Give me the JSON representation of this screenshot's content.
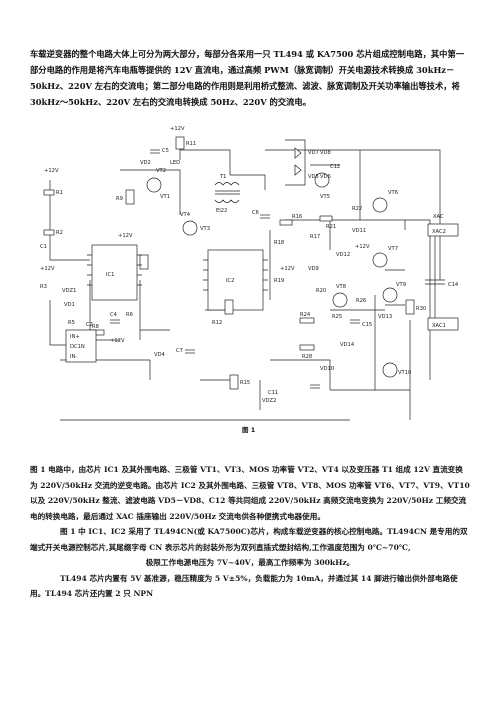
{
  "intro_paragraph": "车载逆变器的整个电路大体上可分为两大部分，每部分各采用一只 TL494 或 KA7500 芯片组成控制电路，其中第一部分电路的作用是将汽车电瓶等提供的 12V 直流电，通过高频 PWM（脉宽调制）开关电源技术转换成 30kHz－50kHz、220V 左右的交流电；第二部分电路的作用则是利用桥式整流、滤波、脉宽调制及开关功率输出等技术，将 30kHz～50kHz、220V 左右的交流电转换成 50Hz、220V 的交流电。",
  "figure": {
    "caption": "图 1",
    "labels": {
      "vcc12_a": "+12V",
      "vcc12_b": "+12V",
      "vcc12_c": "+12V",
      "vcc12_d": "+12V",
      "vcc12_e": "+12V",
      "vcc12_f": "+12V",
      "vcc12_g": "+12V",
      "ic1": "IC1",
      "ic2": "IC2",
      "t1": "T1",
      "t1_part": "EI22",
      "xac": "XAC",
      "xac2": "XAC2",
      "xac1": "XAC1",
      "in_plus": "IN+",
      "dc1n": "DC1N",
      "in_minus": "IN-",
      "r1": "R1",
      "r2": "R2",
      "r3": "R3",
      "r5": "R5",
      "r6": "R6",
      "r8": "R8",
      "r9": "R9",
      "r11": "R11",
      "r12": "R12",
      "r15": "R15",
      "r16": "R16",
      "r17": "R17",
      "r18": "R18",
      "r19": "R19",
      "r20": "R20",
      "r21": "R21",
      "r22": "R22",
      "r24": "R24",
      "r25": "R25",
      "r26": "R26",
      "r28": "R28",
      "r30": "R30",
      "c1": "C1",
      "c2": "C2",
      "c4": "C4",
      "c5": "C5",
      "c6": "C6",
      "c7": "C7",
      "c11": "C11",
      "c12": "C12",
      "c14": "C14",
      "c15": "C15",
      "vt1": "VT1",
      "vt2": "VT2",
      "vt3": "VT3",
      "vt4": "VT4",
      "vt5": "VT5",
      "vt6": "VT6",
      "vt7": "VT7",
      "vt8": "VT8",
      "vt9": "VT9",
      "vt10": "VT10",
      "vd1": "VD1",
      "vd2": "VD2",
      "vd4": "VD4",
      "vd5": "VD5",
      "vd6": "VD6",
      "vd7": "VD7",
      "vd8": "VD8",
      "vd9": "VD9",
      "vd10": "VD10",
      "vd11": "VD11",
      "vd12": "VD12",
      "vd13": "VD13",
      "vd14": "VD14",
      "vdz1": "VDZ1",
      "vdz2": "VDZ2",
      "led": "LED"
    }
  },
  "body": [
    "图 1 电路中，由芯片 IC1 及其外围电路、三极管 VT1、VT3、MOS 功率管 VT2、VT4 以及变压器 T1 组成 12V 直流变换为 220V/50kHz 交流的逆变电路。由芯片 IC2 及其外围电路、三极管 VT8、VT8、MOS 功率管 VT6、VT7、VT9、VT10 以及 220V/50kHz 整流、滤波电路 VD5－VD8、C12 等共同组成 220V/50kHz 高频交流电变换为 220V/50Hz 工频交流电的转换电路，最后通过 XAC 插座输出 220V/50Hz 交流电供各种便携式电器使用。",
    "图 1 中 IC1、IC2 采用了 TL494CN(或 KA7500C)芯片，构成车载逆变器的核心控制电路。TL494CN 是专用的双端式开关电源控制芯片,其尾缀字母 CN 表示芯片的封装外形为双列直插式塑封结构,工作温度范围为 0℃~70℃,",
    "极限工作电源电压为 7V~40V，最高工作频率为 300kHz。",
    "TL494 芯片内置有 5V 基准源，稳压精度为 5 V±5%，负载能力为 10mA，并通过其 14 脚进行输出供外部电路使用。TL494 芯片还内置 2 只 NPN"
  ]
}
